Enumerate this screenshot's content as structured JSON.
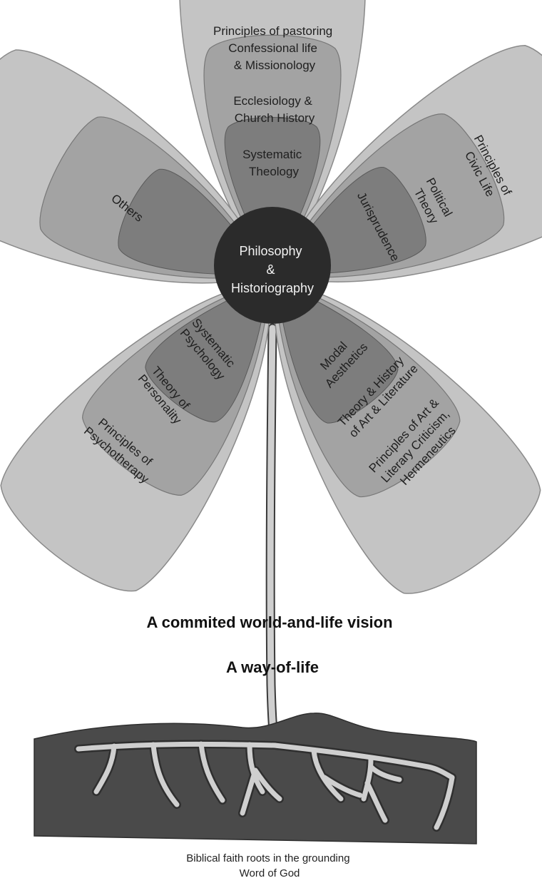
{
  "center": {
    "label_lines": [
      "Philosophy",
      "&",
      "Historiography"
    ]
  },
  "petals": [
    {
      "id": "top",
      "outer": [
        "Principles of pastoring",
        "Confessional life",
        "& Missionology"
      ],
      "middle": [
        "Ecclesiology &",
        "Church History"
      ],
      "inner": [
        "Systematic",
        "Theology"
      ]
    },
    {
      "id": "upper-right",
      "outer": [
        "Principles of",
        "Civic Life"
      ],
      "middle": [
        "Political",
        "Theory"
      ],
      "inner": [
        "Jurisprudence"
      ]
    },
    {
      "id": "lower-right",
      "outer": [
        "Principles of Art &",
        "Literary Criticism,",
        "Hermeneutics"
      ],
      "middle": [
        "Theory & History",
        "of Art & Literature"
      ],
      "inner": [
        "Modal",
        "Aesthetics"
      ]
    },
    {
      "id": "lower-left",
      "outer": [
        "Principles of",
        "Psychotherapy"
      ],
      "middle": [
        "Theory of",
        "Personality"
      ],
      "inner": [
        "Systematic",
        "Psychology"
      ]
    },
    {
      "id": "upper-left",
      "outer": [],
      "middle": [
        "Others"
      ],
      "inner": []
    }
  ],
  "vision": {
    "line1": "A commited world-and-life vision",
    "line2": "A way-of-life"
  },
  "caption": {
    "line1": "Biblical faith roots in the grounding",
    "line2": "Word of God"
  },
  "colors": {
    "outer_petal": "#c4c4c4",
    "middle_petal": "#a3a3a3",
    "inner_petal": "#7d7d7d",
    "center": "#2b2b2b",
    "soil": "#4a4a4a",
    "stem": "#cfcfcf"
  }
}
